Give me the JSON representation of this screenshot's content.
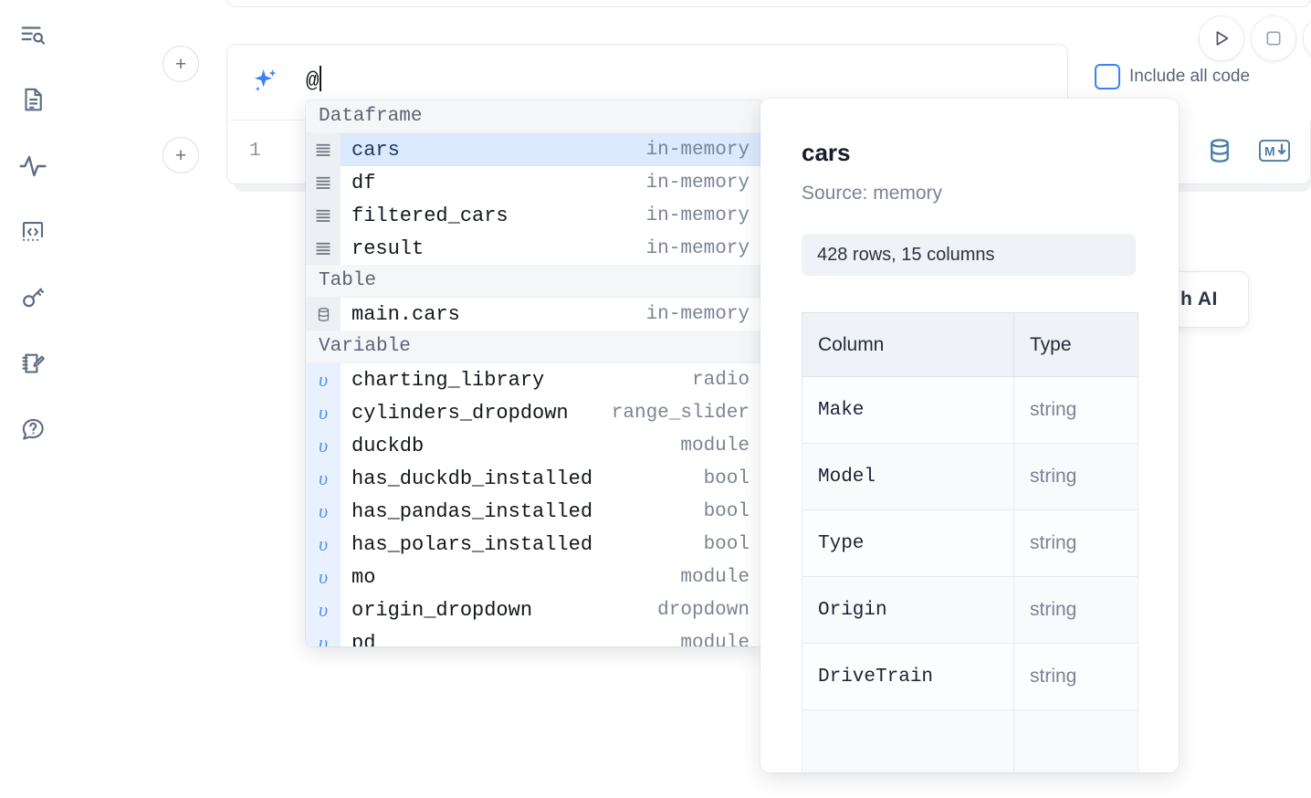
{
  "rail": {
    "items": [
      {
        "name": "explore-icon",
        "label": "Explore"
      },
      {
        "name": "file-icon",
        "label": "Files"
      },
      {
        "name": "activity-icon",
        "label": "Variables"
      },
      {
        "name": "code-snippet-icon",
        "label": "Snippets"
      },
      {
        "name": "key-icon",
        "label": "Secrets"
      },
      {
        "name": "scratchpad-icon",
        "label": "Scratchpad"
      },
      {
        "name": "help-icon",
        "label": "Help"
      }
    ]
  },
  "toolbar": {
    "add_label": "+",
    "run_label": "Run",
    "stop_label": "Stop",
    "include_all_code_label": "Include all code",
    "include_all_code_checked": false,
    "ai_chip_label": "h AI"
  },
  "prompt": {
    "value": "@",
    "sparkle_icon": "ai-sparkle-icon"
  },
  "code_cell": {
    "line_number": "1",
    "database_icon": "database-icon",
    "markdown_icon": "markdown-icon"
  },
  "autocomplete": {
    "groups": [
      {
        "label": "Dataframe",
        "items": [
          {
            "icon": "dataframe-icon",
            "name": "cars",
            "type": "in-memory",
            "selected": true
          },
          {
            "icon": "dataframe-icon",
            "name": "df",
            "type": "in-memory",
            "selected": false
          },
          {
            "icon": "dataframe-icon",
            "name": "filtered_cars",
            "type": "in-memory",
            "selected": false
          },
          {
            "icon": "dataframe-icon",
            "name": "result",
            "type": "in-memory",
            "selected": false
          }
        ]
      },
      {
        "label": "Table",
        "items": [
          {
            "icon": "table-icon",
            "name": "main.cars",
            "type": "in-memory",
            "selected": false
          }
        ]
      },
      {
        "label": "Variable",
        "items": [
          {
            "icon": "variable-icon",
            "name": "charting_library",
            "type": "radio",
            "selected": false
          },
          {
            "icon": "variable-icon",
            "name": "cylinders_dropdown",
            "type": "range_slider",
            "selected": false
          },
          {
            "icon": "variable-icon",
            "name": "duckdb",
            "type": "module",
            "selected": false
          },
          {
            "icon": "variable-icon",
            "name": "has_duckdb_installed",
            "type": "bool",
            "selected": false
          },
          {
            "icon": "variable-icon",
            "name": "has_pandas_installed",
            "type": "bool",
            "selected": false
          },
          {
            "icon": "variable-icon",
            "name": "has_polars_installed",
            "type": "bool",
            "selected": false
          },
          {
            "icon": "variable-icon",
            "name": "mo",
            "type": "module",
            "selected": false
          },
          {
            "icon": "variable-icon",
            "name": "origin_dropdown",
            "type": "dropdown",
            "selected": false
          },
          {
            "icon": "variable-icon",
            "name": "pd",
            "type": "module",
            "selected": false
          }
        ]
      }
    ]
  },
  "info_panel": {
    "title": "cars",
    "source": "Source: memory",
    "shape": "428 rows, 15 columns",
    "columns_header": "Column",
    "type_header": "Type",
    "rows": [
      {
        "column": "Make",
        "type": "string"
      },
      {
        "column": "Model",
        "type": "string"
      },
      {
        "column": "Type",
        "type": "string"
      },
      {
        "column": "Origin",
        "type": "string"
      },
      {
        "column": "DriveTrain",
        "type": "string"
      },
      {
        "column": "",
        "type": ""
      }
    ]
  },
  "colors": {
    "accent": "#3b82f6",
    "selected_row": "#dbeafe",
    "group_header_bg": "#f4f6f8",
    "icon_gutter": "#eceff3",
    "variable_gutter": "#e8f1fd",
    "icon_color": "#5d6b84",
    "muted_text": "#7b8494"
  }
}
